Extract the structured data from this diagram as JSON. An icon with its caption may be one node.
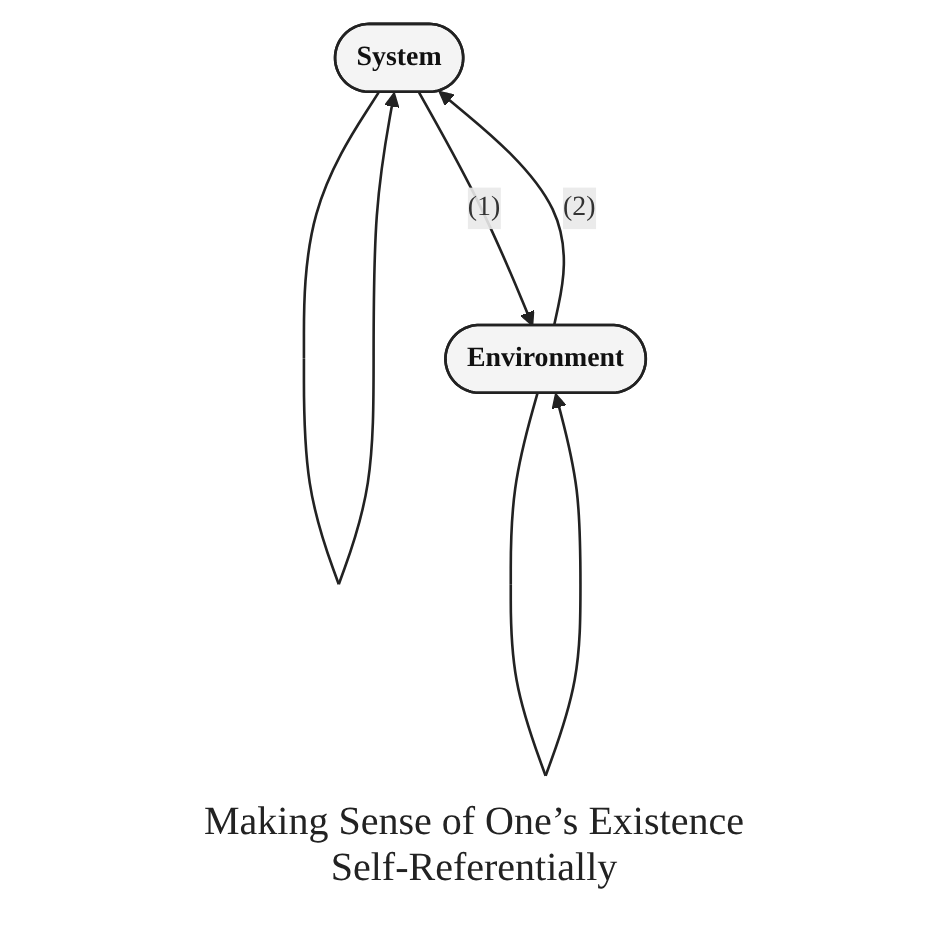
{
  "diagram": {
    "nodes": [
      {
        "text": [
          "System"
        ]
      },
      {
        "text": [
          "Environment"
        ]
      }
    ],
    "edges": [
      {
        "from": 0,
        "to": 0,
        "arrow": "to"
      },
      {
        "from": 0,
        "to": 1,
        "arrow": "to",
        "label": "(1)"
      },
      {
        "from": 1,
        "to": 0,
        "arrow": "to",
        "label": "(2)"
      },
      {
        "from": 1,
        "to": 1,
        "arrow": "to"
      }
    ],
    "labels": [
      "Making Sense of One’s Existence Self-Referentially"
    ]
  }
}
